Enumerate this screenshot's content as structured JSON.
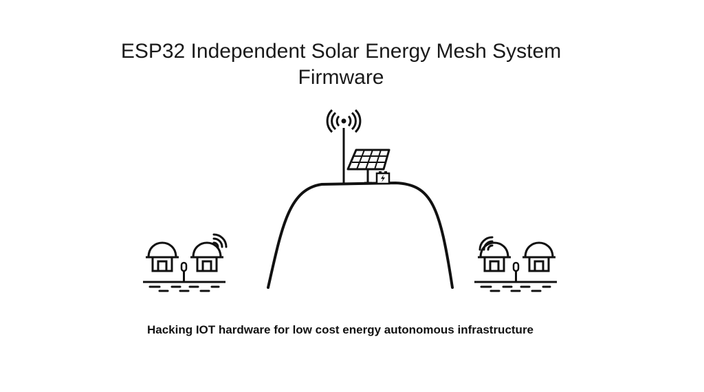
{
  "title": {
    "line1": "ESP32 Independent Solar Energy Mesh System",
    "line2": "Firmware"
  },
  "subtitle": "Hacking IOT hardware for low cost energy autonomous infrastructure",
  "colors": {
    "background": "#ffffff",
    "ink": "#111111"
  },
  "icons": [
    "radio-tower-icon",
    "solar-panel-icon",
    "battery-icon",
    "hill-icon",
    "hut-icon",
    "wifi-signal-icon",
    "lamp-post-icon"
  ]
}
